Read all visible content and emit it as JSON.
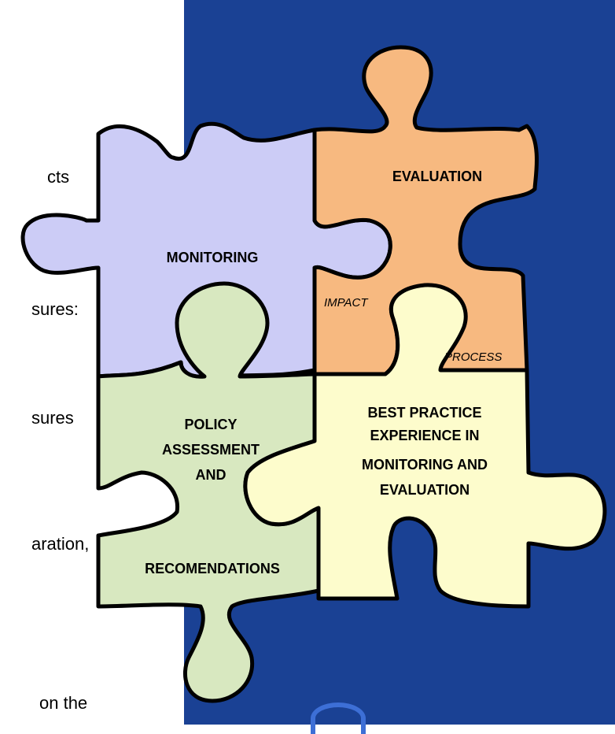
{
  "left_fragments": [
    "cts",
    "sures:",
    "sures",
    "aration,",
    "on the"
  ],
  "pieces": {
    "monitoring": {
      "label": "MONITORING",
      "color": "#ccccf6"
    },
    "evaluation": {
      "label": "EVALUATION",
      "color": "#f7b980",
      "sub_impact": "IMPACT",
      "sub_process": "PROCESS"
    },
    "policy": {
      "label_lines": [
        "POLICY",
        "ASSESSMENT",
        "AND"
      ],
      "label_bottom": "RECOMENDATIONS",
      "color": "#d8e8c0"
    },
    "best_practice": {
      "label_lines": [
        "BEST PRACTICE",
        "EXPERIENCE IN",
        "MONITORING AND",
        "EVALUATION"
      ],
      "color": "#fdfccc"
    }
  },
  "colors": {
    "background_right": "#1a4194",
    "outline": "#000000"
  }
}
